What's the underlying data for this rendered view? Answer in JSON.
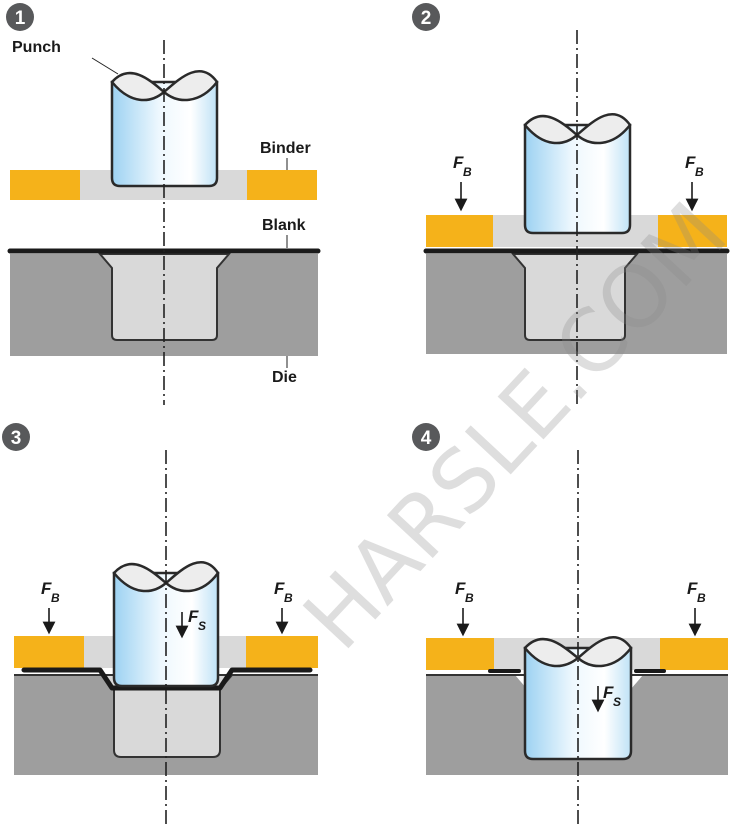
{
  "steps": [
    "1",
    "2",
    "3",
    "4"
  ],
  "labels": {
    "punch": "Punch",
    "binder": "Binder",
    "blank": "Blank",
    "die": "Die"
  },
  "forces": {
    "binder_symbol": "F",
    "binder_sub": "B",
    "stroke_symbol": "F",
    "stroke_sub": "S"
  },
  "watermark": "HARSLE.COM",
  "colors": {
    "binder": "#f5b21a",
    "die": "#9e9e9e",
    "cavity": "#d9d9d9",
    "blank": "#1a1a1a",
    "badge": "#58595b",
    "punch_light": "#eaf6fd",
    "punch_dark": "#8cc9ee"
  }
}
